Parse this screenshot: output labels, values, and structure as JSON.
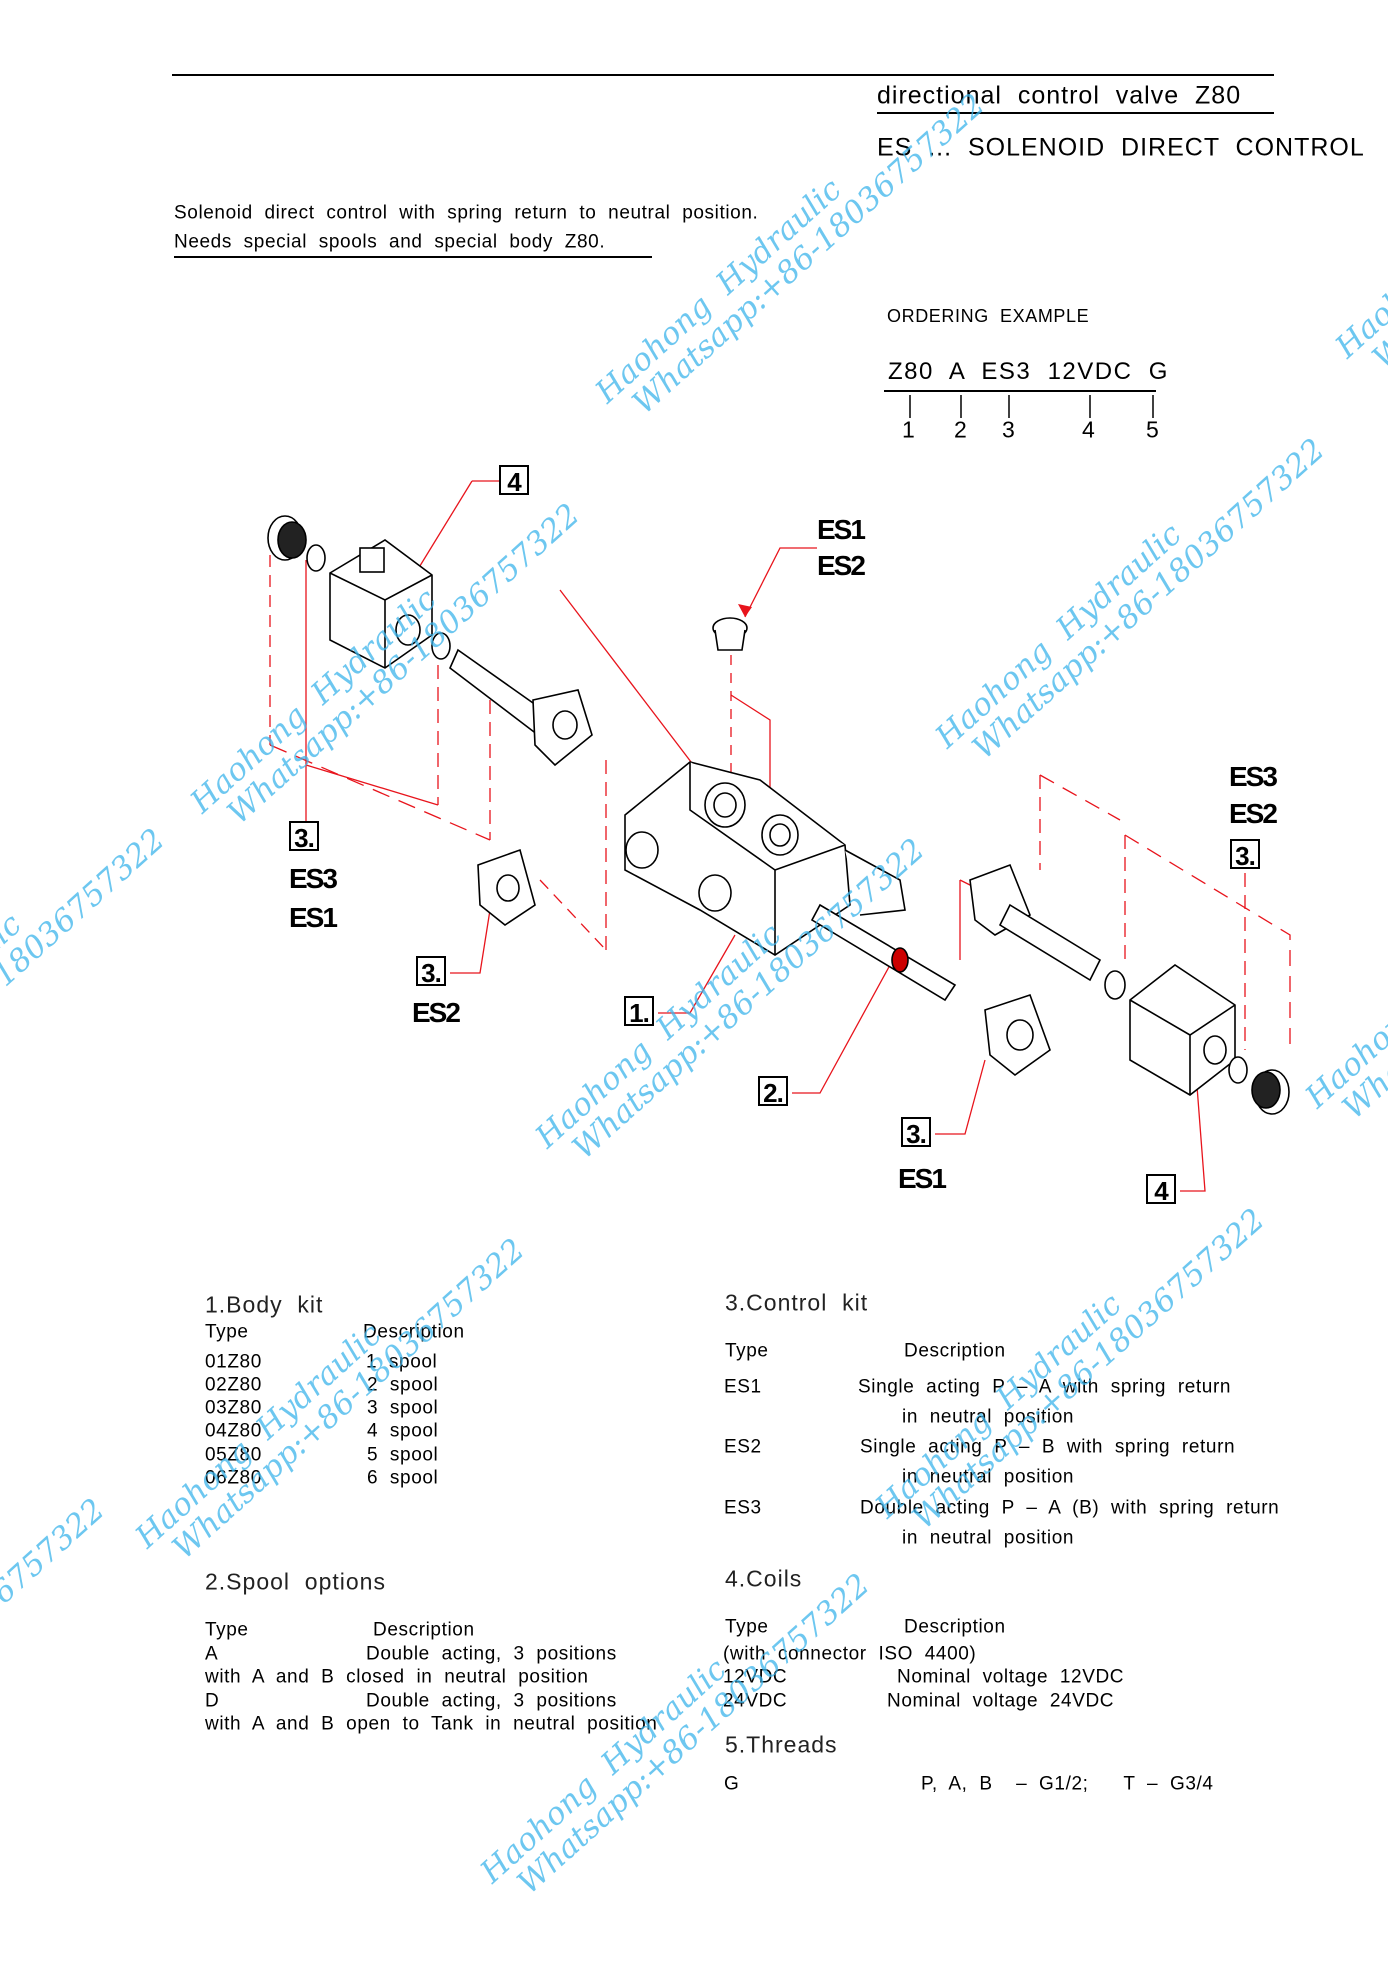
{
  "header": {
    "title": "directional  control  valve  Z80",
    "subtitle": "ES  ...  SOLENOID  DIRECT  CONTROL"
  },
  "intro": {
    "line1": "Solenoid  direct  control  with  spring  return  to  neutral  position.",
    "line2": "Needs  special  spools  and  special  body  Z80."
  },
  "ordering": {
    "title": "ORDERING  EXAMPLE",
    "code": "Z80  A  ES3  12VDC  G",
    "indices": [
      "1",
      "2",
      "3",
      "4",
      "5"
    ]
  },
  "diagram": {
    "labels": {
      "coil_top": "4",
      "coil_bottom": "4",
      "plug_es1_es2": [
        "ES1",
        "ES2"
      ],
      "kit_left": {
        "num": "3.",
        "types": [
          "ES3",
          "ES1"
        ]
      },
      "kit_es2": {
        "num": "3.",
        "types": [
          "ES2"
        ]
      },
      "body": "1.",
      "spool": "2.",
      "kit_es1": {
        "num": "3.",
        "types": [
          "ES1"
        ]
      },
      "kit_right": {
        "num": "3.",
        "types": [
          "ES3",
          "ES2"
        ]
      }
    },
    "colors": {
      "leader": "#e8141c",
      "line": "#000000"
    }
  },
  "body_kit": {
    "title": "1.Body  kit",
    "type_header": "Type",
    "desc_header": "Description",
    "rows": [
      {
        "type": "01Z80",
        "desc": "1  spool"
      },
      {
        "type": "02Z80",
        "desc": "2  spool"
      },
      {
        "type": "03Z80",
        "desc": "3  spool"
      },
      {
        "type": "04Z80",
        "desc": "4  spool"
      },
      {
        "type": "05Z80",
        "desc": "5  spool"
      },
      {
        "type": "06Z80",
        "desc": "6  spool"
      }
    ]
  },
  "control_kit": {
    "title": "3.Control  kit",
    "type_header": "Type",
    "desc_header": "Description",
    "rows": [
      {
        "type": "ES1",
        "desc": "Single  acting  P  –  A  with  spring  return",
        "desc2": "in  neutral  position"
      },
      {
        "type": "ES2",
        "desc": "Single  acting  P  –  B  with  spring  return",
        "desc2": "in  neutral  position"
      },
      {
        "type": "ES3",
        "desc": "Double  acting  P  –  A  (B)  with  spring  return",
        "desc2": "in  neutral  position"
      }
    ]
  },
  "spool_options": {
    "title": "2.Spool  options",
    "type_header": "Type",
    "desc_header": "Description",
    "rows": [
      {
        "type": "A",
        "desc": "Double  acting,  3  positions",
        "note": "with  A  and  B  closed  in  neutral  position"
      },
      {
        "type": "D",
        "desc": "Double  acting,  3  positions",
        "note": "with  A  and  B  open  to  Tank  in  neutral  position"
      }
    ]
  },
  "coils": {
    "title": "4.Coils",
    "type_header": "Type",
    "desc_header": "Description",
    "note": "(with  connector  ISO  4400)",
    "rows": [
      {
        "type": "12VDC",
        "desc": "Nominal  voltage  12VDC"
      },
      {
        "type": "24VDC",
        "desc": "Nominal  voltage  24VDC"
      }
    ]
  },
  "threads": {
    "title": "5.Threads",
    "type": "G",
    "desc": "P,  A,  B    –  G1/2;      T  –  G3/4"
  },
  "watermark": {
    "line1": "Haohong  Hydraulic",
    "line2": "Whatsapp:+86-18036757322",
    "color": "#3cb4eb"
  }
}
